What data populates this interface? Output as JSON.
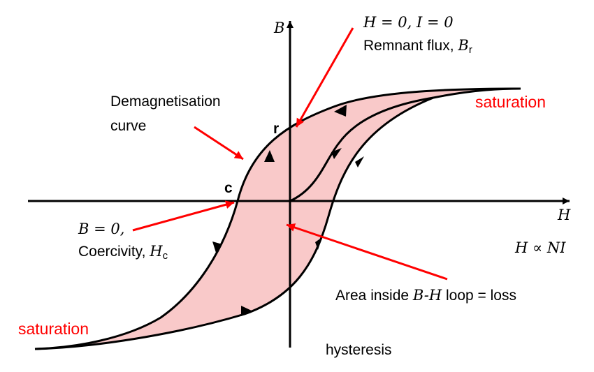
{
  "labels": {
    "axis_b": "B",
    "axis_h": "H",
    "h_prop": "H ∝ NI",
    "remnant_cond": "H = 0, I = 0",
    "remnant_text": "Remnant flux, ",
    "remnant_sym": "B",
    "remnant_sub": "r",
    "demag_line1": "Demagnetisation",
    "demag_line2": "curve",
    "point_r": "r",
    "point_c": "c",
    "coerc_cond": "B = 0,",
    "coerc_text": "Coercivity, ",
    "coerc_sym": "H",
    "coerc_sub": "c",
    "area_pre": "Area inside ",
    "area_sym": "B-H",
    "area_post": " loop = loss",
    "saturation_top": "saturation",
    "saturation_bottom": "saturation",
    "hysteresis": "hysteresis"
  },
  "colors": {
    "loop_fill": "#f9c9c9",
    "curve": "#000000",
    "annotation_arrow": "#ff0000",
    "saturation_text": "#ff0000"
  }
}
